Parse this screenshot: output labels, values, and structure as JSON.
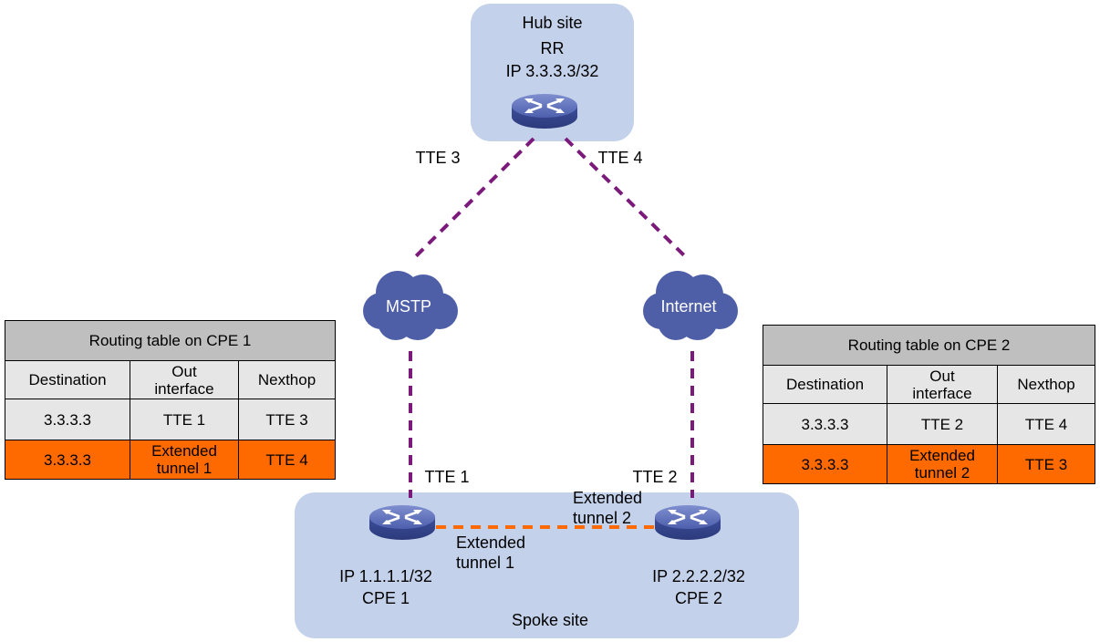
{
  "hub_site": {
    "name": "Hub site",
    "device_role": "RR",
    "ip": "IP 3.3.3.3/32"
  },
  "spoke_site": {
    "name": "Spoke site",
    "cpe1": {
      "ip": "IP 1.1.1.1/32",
      "name": "CPE 1",
      "tte": "TTE 1"
    },
    "cpe2": {
      "ip": "IP 2.2.2.2/32",
      "name": "CPE 2",
      "tte": "TTE 2"
    },
    "extended_tunnel_1": {
      "line1": "Extended",
      "line2": "tunnel 1"
    },
    "extended_tunnel_2": {
      "line1": "Extended",
      "line2": "tunnel 2"
    }
  },
  "links": {
    "tte3": "TTE 3",
    "tte4": "TTE 4"
  },
  "clouds": {
    "left": "MSTP",
    "right": "Internet"
  },
  "routing_tables": [
    {
      "title": "Routing table on CPE 1",
      "headers": {
        "destination": "Destination",
        "out_line1": "Out",
        "out_line2": "interface",
        "nexthop": "Nexthop"
      },
      "rows": [
        {
          "destination": "3.3.3.3",
          "out_line1": "TTE 1",
          "out_line2": "",
          "nexthop": "TTE 3",
          "highlight": false
        },
        {
          "destination": "3.3.3.3",
          "out_line1": "Extended",
          "out_line2": "tunnel 1",
          "nexthop": "TTE 4",
          "highlight": true
        }
      ]
    },
    {
      "title": "Routing table on CPE 2",
      "headers": {
        "destination": "Destination",
        "out_line1": "Out",
        "out_line2": "interface",
        "nexthop": "Nexthop"
      },
      "rows": [
        {
          "destination": "3.3.3.3",
          "out_line1": "TTE 2",
          "out_line2": "",
          "nexthop": "TTE 4",
          "highlight": false
        },
        {
          "destination": "3.3.3.3",
          "out_line1": "Extended",
          "out_line2": "tunnel 2",
          "nexthop": "TTE 3",
          "highlight": true
        }
      ]
    }
  ],
  "colors": {
    "site_fill": "#c3d1ea",
    "dashed_link": "#7b1a7b",
    "extended_tunnel_link": "#ff6a00",
    "cloud_fill": "#4e5fa8",
    "router_fill": "#5566b0",
    "table_title": "#bfbfbf",
    "table_cell": "#e6e6e6",
    "table_highlight": "#ff6a00"
  },
  "icons": {
    "router": "router-icon",
    "cloud": "cloud-icon"
  }
}
